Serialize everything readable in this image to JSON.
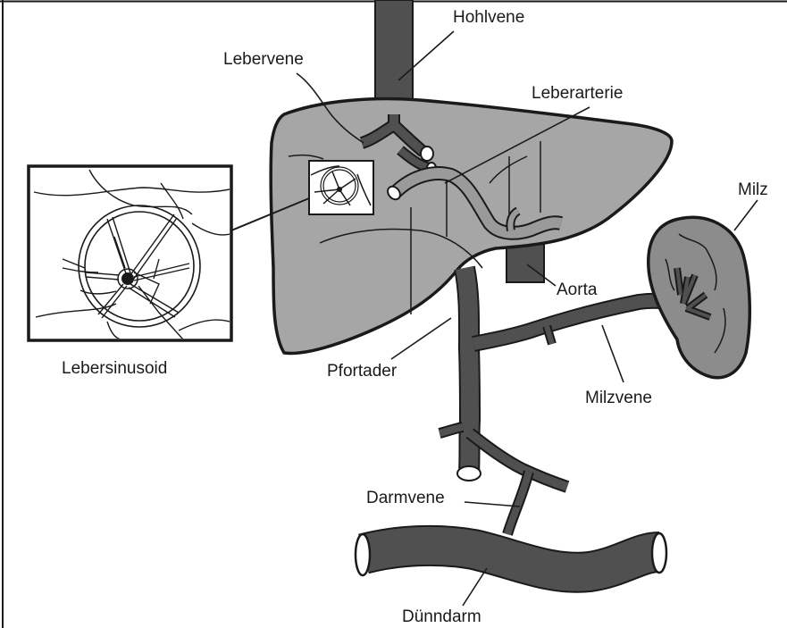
{
  "labels": {
    "hohlvene": "Hohlvene",
    "lebervene": "Lebervene",
    "leberarterie": "Leberarterie",
    "milz": "Milz",
    "aorta": "Aorta",
    "lebersinusoid": "Lebersinusoid",
    "pfortader": "Pfortader",
    "milzvene": "Milzvene",
    "darmvene": "Darmvene",
    "duenndarm": "Dünndarm"
  },
  "colors": {
    "liver": "#a6a6a6",
    "spleen": "#8c8c8c",
    "vessel": "#505050",
    "artery": "#9a9a9a",
    "outline": "#1a1a1a"
  }
}
